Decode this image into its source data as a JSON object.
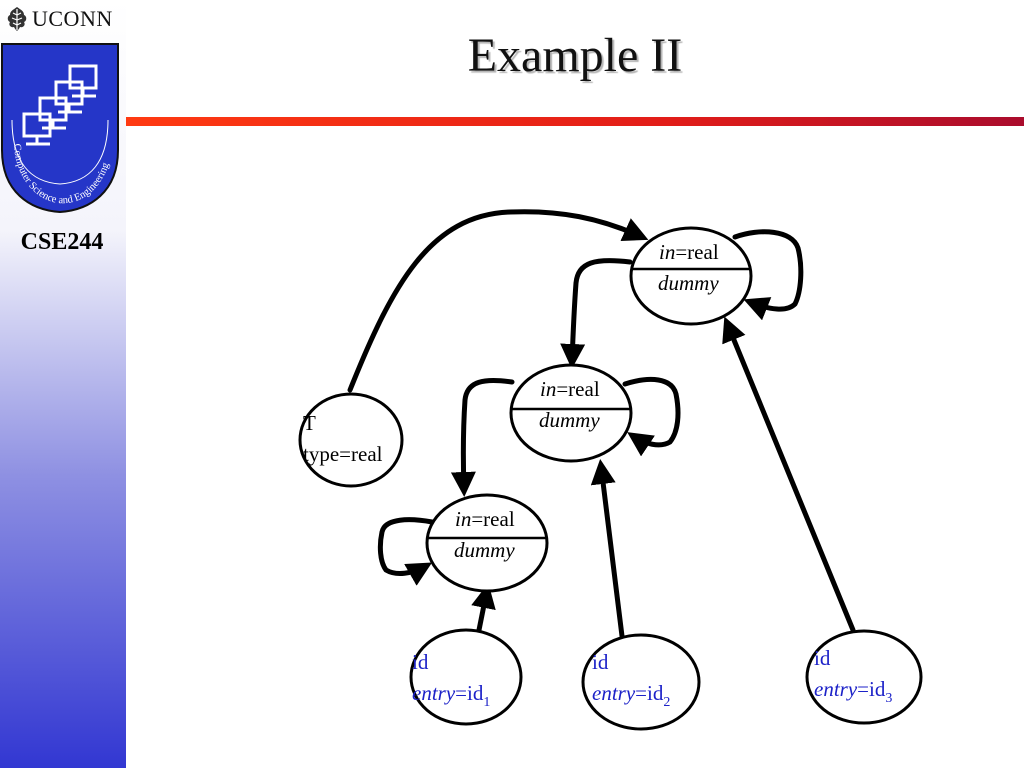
{
  "branding": {
    "university": "UCONN",
    "logo_text": "Computer Science and Engineering",
    "course": "CSE244"
  },
  "slide": {
    "title": "Example II"
  },
  "diagram": {
    "type_node": {
      "line1": "T",
      "line2": "type=real"
    },
    "record_nodes": [
      {
        "top_italic": "in",
        "top_rest": "=real",
        "bottom": "dummy"
      },
      {
        "top_italic": "in",
        "top_rest": "=real",
        "bottom": "dummy"
      },
      {
        "top_italic": "in",
        "top_rest": "=real",
        "bottom": "dummy"
      }
    ],
    "id_nodes": [
      {
        "line1": "id",
        "entry_italic": "entry",
        "entry_rest": "=id",
        "subscript": "1"
      },
      {
        "line1": "id",
        "entry_italic": "entry",
        "entry_rest": "=id",
        "subscript": "2"
      },
      {
        "line1": "id",
        "entry_italic": "entry",
        "entry_rest": "=id",
        "subscript": "3"
      }
    ]
  },
  "colors": {
    "id_text": "#1c22c8",
    "rule_start": "#ff3a12",
    "rule_end": "#aa0c2d",
    "sidebar_bottom": "#3237d2"
  }
}
